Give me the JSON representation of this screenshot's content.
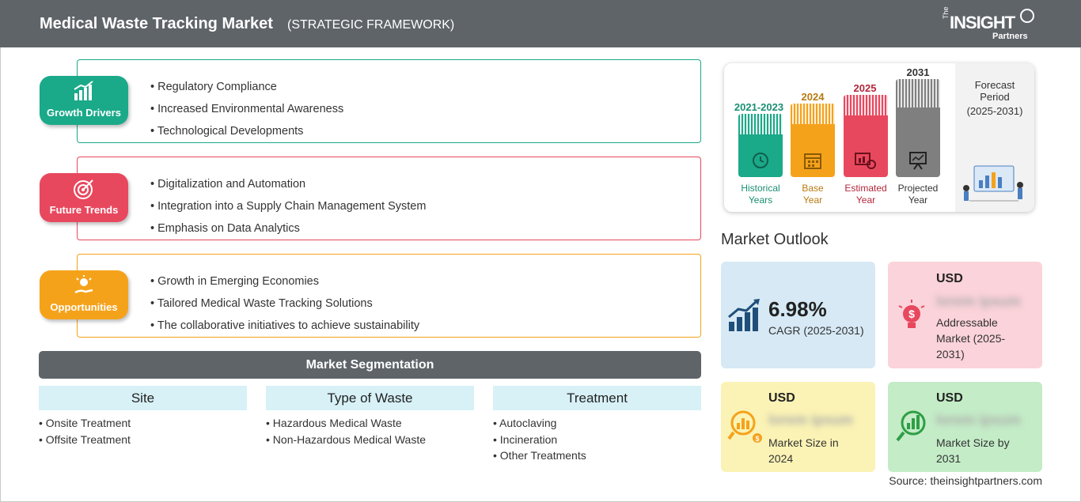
{
  "header": {
    "title": "Medical Waste Tracking Market",
    "subtitle": "(STRATEGIC FRAMEWORK)",
    "logo_the": "The",
    "logo_insight": "INSIGHT",
    "logo_partners": "Partners"
  },
  "framework": [
    {
      "label": "Growth Drivers",
      "color": "#1aa989",
      "icon": "growth-chart-icon",
      "items": [
        "Regulatory Compliance",
        "Increased Environmental Awareness",
        "Technological Developments"
      ]
    },
    {
      "label": "Future Trends",
      "color": "#e8485e",
      "icon": "target-icon",
      "items": [
        "Digitalization and Automation",
        "Integration into a Supply Chain Management System",
        "Emphasis on Data Analytics"
      ]
    },
    {
      "label": "Opportunities",
      "color": "#f5a21b",
      "icon": "idea-hand-icon",
      "items": [
        "Growth in Emerging Economies",
        "Tailored Medical Waste Tracking Solutions",
        "The collaborative initiatives to achieve sustainability"
      ]
    }
  ],
  "segmentation": {
    "title": "Market Segmentation",
    "columns": [
      {
        "header": "Site",
        "items": [
          "Onsite Treatment",
          "Offsite Treatment"
        ]
      },
      {
        "header": "Type of Waste",
        "items": [
          "Hazardous Medical Waste",
          "Non-Hazardous Medical Waste"
        ]
      },
      {
        "header": "Treatment",
        "items": [
          "Autoclaving",
          "Incineration",
          "Other Treatments"
        ]
      }
    ]
  },
  "timeline": {
    "periods": [
      {
        "year": "2021-2023",
        "caption_1": "Historical",
        "caption_2": "Years",
        "color": "#1aa989",
        "text_color": "#1a8f73",
        "icon": "history-icon"
      },
      {
        "year": "2024",
        "caption_1": "Base",
        "caption_2": "Year",
        "color": "#f5a21b",
        "text_color": "#b87a10",
        "icon": "calendar-icon"
      },
      {
        "year": "2025",
        "caption_1": "Estimated",
        "caption_2": "Year",
        "color": "#e8485e",
        "text_color": "#b3273b",
        "icon": "gear-chart-icon"
      },
      {
        "year": "2031",
        "caption_1": "Projected",
        "caption_2": "Year",
        "color": "#7f7f7f",
        "text_color": "#333333",
        "icon": "presentation-icon"
      }
    ],
    "forecast_1": "Forecast",
    "forecast_2": "Period",
    "forecast_3": "(2025-2031)"
  },
  "outlook": {
    "title": "Market Outlook",
    "cagr": {
      "value": "6.98%",
      "label": "CAGR (2025-2031)",
      "color": "#d6e9f5"
    },
    "addressable": {
      "usd": "USD",
      "blurred": "lorem ipsum",
      "label_1": "Addressable",
      "label_2": "Market (2025-",
      "label_3": "2031)",
      "color": "#fbd3da"
    },
    "size_2024": {
      "usd": "USD",
      "blurred": "lorem ipsum",
      "label_1": "Market Size in",
      "label_2": "2024",
      "color": "#fbf3b5"
    },
    "size_2031": {
      "usd": "USD",
      "blurred": "lorem ipsum",
      "label_1": "Market Size by",
      "label_2": "2031",
      "color": "#c4ecc7"
    }
  },
  "source": "Source: theinsightpartners.com"
}
